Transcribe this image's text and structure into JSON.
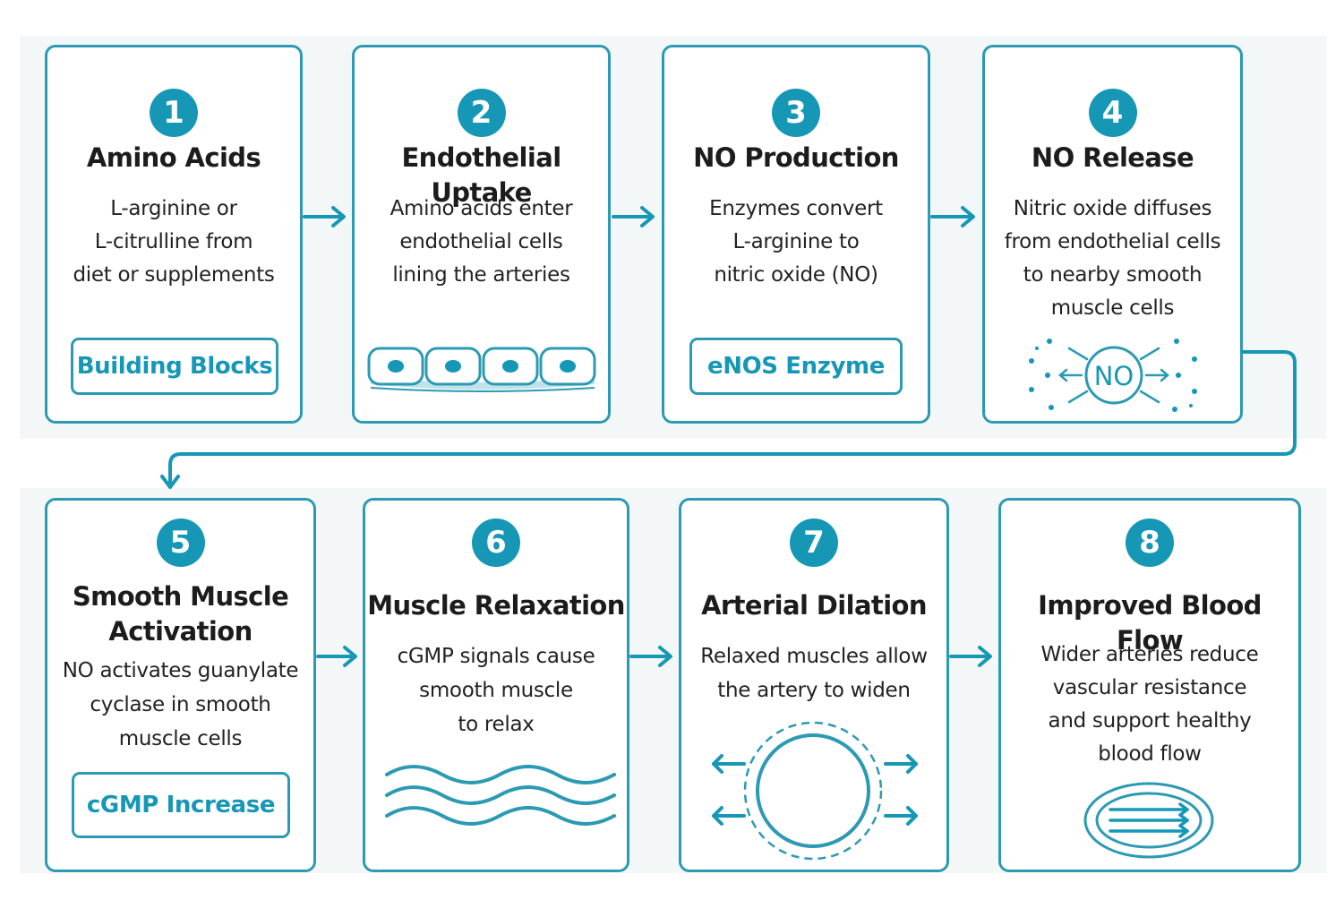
{
  "colors": {
    "accent": "#1697b6",
    "border": "#2c9ab3",
    "text": "#1c1c1c"
  },
  "steps": [
    {
      "number": "1",
      "title": [
        "Amino Acids"
      ],
      "description": [
        "L-arginine or",
        "L-citrulline from",
        "diet or supplements"
      ],
      "badge": "Building Blocks",
      "icon": "building-blocks-badge"
    },
    {
      "number": "2",
      "title": [
        "Endothelial Uptake"
      ],
      "description": [
        "Amino acids enter",
        "endothelial cells",
        "lining the arteries"
      ],
      "icon": "endothelial-cells-icon"
    },
    {
      "number": "3",
      "title": [
        "NO Production"
      ],
      "description": [
        "Enzymes convert",
        "L-arginine to",
        "nitric oxide (NO)"
      ],
      "badge": "eNOS Enzyme",
      "icon": "enos-enzyme-badge"
    },
    {
      "number": "4",
      "title": [
        "NO Release"
      ],
      "description": [
        "Nitric oxide diffuses",
        "from endothelial cells",
        "to nearby smooth",
        "muscle cells"
      ],
      "icon_label": "NO",
      "icon": "no-diffusion-icon"
    },
    {
      "number": "5",
      "title": [
        "Smooth Muscle",
        "Activation"
      ],
      "description": [
        "NO activates guanylate",
        "cyclase in smooth",
        "muscle cells"
      ],
      "badge": "cGMP Increase",
      "icon": "cgmp-increase-badge"
    },
    {
      "number": "6",
      "title": [
        "Muscle Relaxation"
      ],
      "description": [
        "cGMP signals cause",
        "smooth muscle",
        "to relax"
      ],
      "icon": "wavy-muscle-icon"
    },
    {
      "number": "7",
      "title": [
        "Arterial Dilation"
      ],
      "description": [
        "Relaxed muscles allow",
        "the artery to widen"
      ],
      "icon": "artery-dilation-icon"
    },
    {
      "number": "8",
      "title": [
        "Improved Blood Flow"
      ],
      "description": [
        "Wider arteries reduce",
        "vascular resistance",
        "and support healthy",
        "blood flow"
      ],
      "icon": "blood-flow-icon"
    }
  ]
}
